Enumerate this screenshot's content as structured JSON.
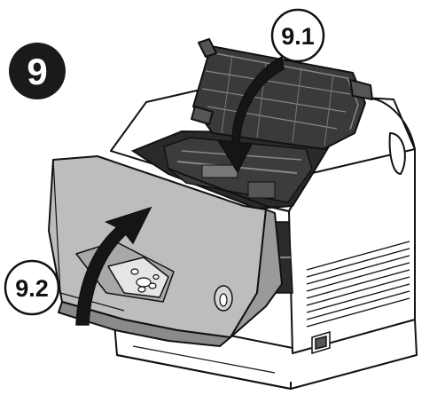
{
  "step": {
    "number": "9",
    "badge_color": "#1a1a1a",
    "badge_text_color": "#ffffff"
  },
  "callouts": [
    {
      "label": "9.1",
      "meaning": "close-top-cover"
    },
    {
      "label": "9.2",
      "meaning": "close-front-cover"
    }
  ],
  "colors": {
    "line": "#111111",
    "body": "#ffffff",
    "front_panel": "#bdbdbd",
    "interior": "#2a2a2a",
    "arrow_fill": "#151515"
  }
}
